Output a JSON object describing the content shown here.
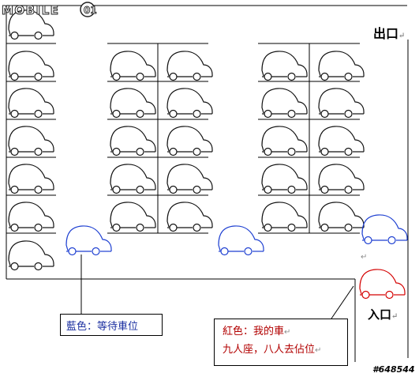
{
  "watermark": {
    "text": "MOBILE01"
  },
  "labels": {
    "exit": "出口",
    "entrance": "入口",
    "para_mark": "↵",
    "blue_caption": "藍色：等待車位",
    "red_caption_line1": "紅色：我的車",
    "red_caption_line2": "九人座，八人去佔位",
    "ref_number": "#648544"
  },
  "colors": {
    "parked_car": "#111111",
    "waiting_car": "#1d3fd1",
    "my_car": "#d40000",
    "line": "#000000",
    "blue_text": "#1b2fa0",
    "red_text": "#b20000"
  },
  "cars": {
    "parked_count": 27,
    "waiting_count": 3,
    "my_car_count": 1
  }
}
